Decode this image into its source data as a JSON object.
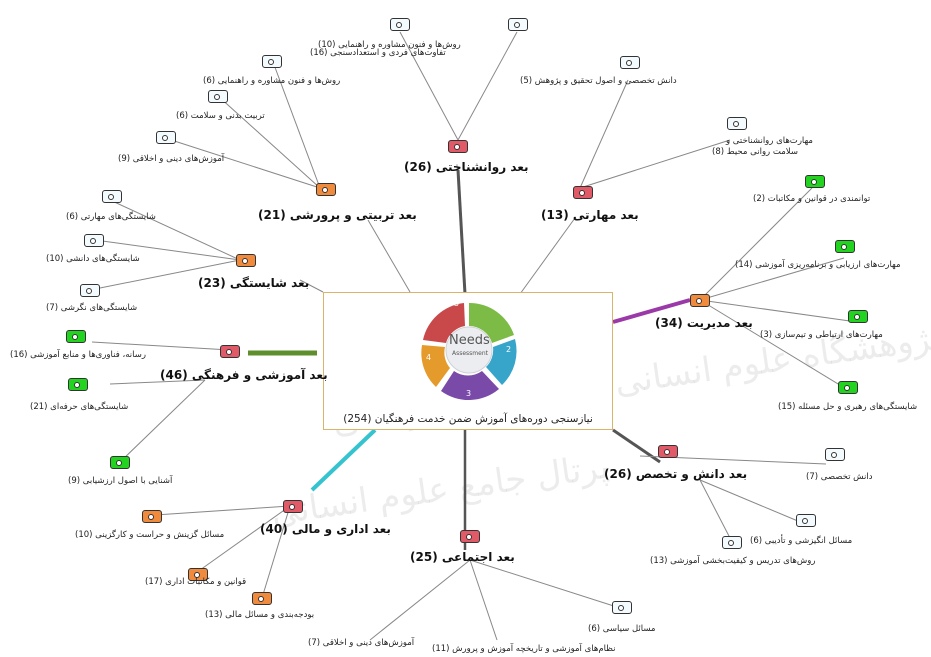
{
  "center": {
    "title": "نیازسنجی دوره‌های آموزش ضمن خدمت فرهنگیان (254)",
    "logo_word": "Needs",
    "logo_sub": "Assessment",
    "segments": [
      "1",
      "2",
      "3",
      "4",
      "5"
    ]
  },
  "dimensions": {
    "psych": "بعد روانشناختی (26)",
    "skill": "بعد مهارتی (13)",
    "manage": "بعد مدیریت (34)",
    "knowledge": "بعد دانش و تخصص (26)",
    "social": "بعد اجتماعی (25)",
    "admin": "بعد اداری و مالی (40)",
    "culture": "بعد آموزشی و فرهنگی (46)",
    "competency": "بعد شایستگی (23)",
    "training": "بعد تربیتی و پرورشی (21)"
  },
  "leaves": {
    "p1": "روش‌ها و فنون مشاوره و راهنمایی (10)",
    "p2": "تفاوت‌های فردی و استعدادسنجی (16)",
    "s1": "دانش تخصصی و اصول تحقیق و پژوهش (5)",
    "s2a": "مهارت‌های روانشناختی و",
    "s2b": "سلامت روانی محیط (8)",
    "m1": "توانمندی در قوانین و مکاتبات (2)",
    "m2": "مهارت‌های ارزیابی و برنامه‌ریزی آموزشی (14)",
    "m3": "مهارت‌های ارتباطی و تیم‌سازی (3)",
    "m4": "شایستگی‌های رهبری و حل مسئله (15)",
    "k1": "دانش تخصصی (7)",
    "k2": "مسائل انگیزشی و تأدیبی (6)",
    "k3": "روش‌های تدریس و کیفیت‌بخشی آموزشی (13)",
    "so1": "مسائل سیاسی (6)",
    "so2": "نظام‌های آموزشی و تاریخچه آموزش و پرورش (11)",
    "so3": "آموزش‌های دینی و اخلاقی (7)",
    "a1": "مسائل گزینش و حراست و کارگزینی (10)",
    "a2": "قوانین و مکاتبات اداری (17)",
    "a3": "بودجه‌بندی و مسائل مالی (13)",
    "c1": "رسانه، فناوری‌ها و منابع آموزشی (16)",
    "c2": "شایستگی‌های حرفه‌ای (21)",
    "c3": "آشنایی با اصول ارزشیابی (9)",
    "cp1": "شایستگی‌های مهارتی (6)",
    "cp2": "شایستگی‌های دانشی (10)",
    "cp3": "شایستگی‌های نگرشی (7)",
    "t1": "روش‌ها و فنون مشاوره و راهنمایی (6)",
    "t2": "تربیت بدنی و سلامت (6)",
    "t3": "آموزش‌های دینی و اخلاقی (9)"
  },
  "colors": {
    "red_tag": "#e05a67",
    "orange_tag": "#f08a3c",
    "green_tag": "#22d31f",
    "white_tag": "#f4fbff",
    "purple": "#9b39a8",
    "teal": "#34c3cf",
    "olive": "#5f8f2c",
    "gray": "#555555"
  },
  "watermark": {
    "line1": "پژوهشگاه علوم انسانی و مطالعات فرهنگی",
    "line2": "پرتال جامع علوم انسانی"
  }
}
